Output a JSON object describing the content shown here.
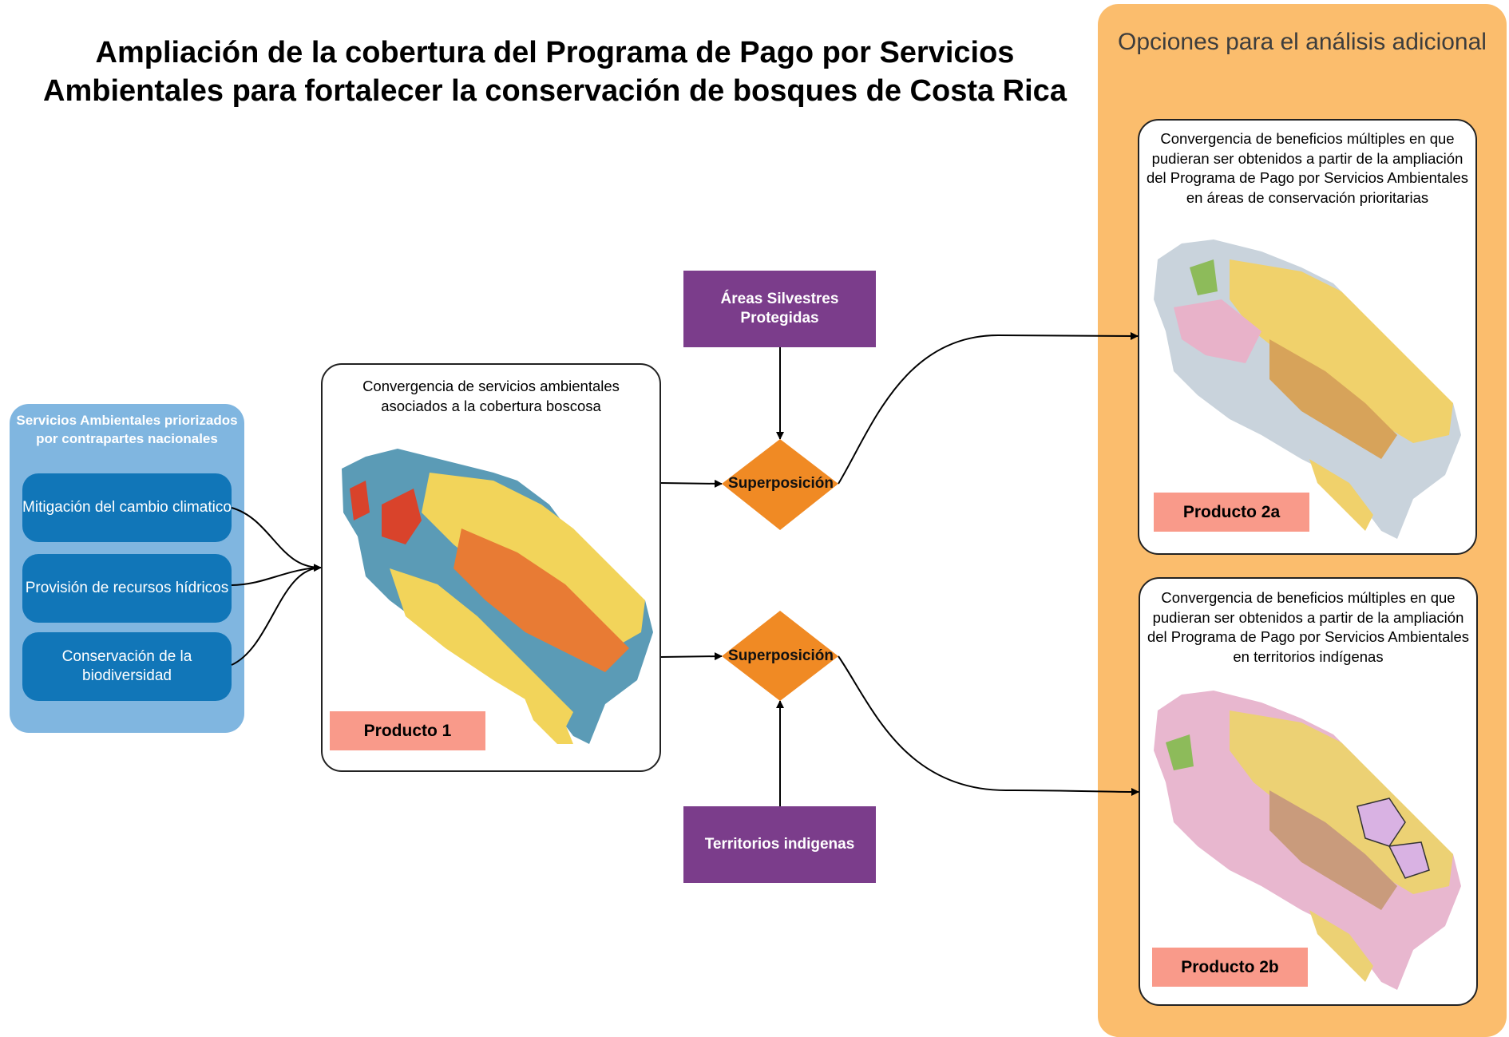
{
  "title": {
    "line1": "Ampliación de la cobertura del Programa de Pago por Servicios",
    "line2": "Ambientales para fortalecer la conservación de bosques de Costa Rica"
  },
  "left_panel": {
    "title": "Servicios Ambientales priorizados por contrapartes nacionales",
    "items": [
      {
        "label": "Mitigación del cambio climatico"
      },
      {
        "label": "Provisión de recursos hídricos"
      },
      {
        "label": "Conservación de la biodiversidad"
      }
    ]
  },
  "center_card": {
    "text": "Convergencia de servicios ambientales asociados a la cobertura boscosa",
    "product": "Producto 1"
  },
  "inputs": {
    "protected_areas": "Áreas Silvestres Protegidas",
    "indigenous": "Territorios indigenas"
  },
  "overlay_label": "Superposición",
  "right_panel": {
    "title": "Opciones para  el análisis adicional",
    "cards": [
      {
        "text": "Convergencia de beneficios múltiples en que pudieran ser obtenidos a partir de la ampliación del Programa de Pago por Servicios Ambientales en áreas de conservación prioritarias",
        "product": "Producto 2a"
      },
      {
        "text": "Convergencia de beneficios múltiples en que pudieran ser obtenidos a partir de la ampliación del Programa de Pago por Servicios Ambientales en territorios indígenas",
        "product": "Producto 2b"
      }
    ]
  },
  "colors": {
    "right_panel": "#fbbd6d",
    "left_panel": "#80b6e0",
    "service_box": "#1176b8",
    "input_box": "#7b3d8b",
    "diamond": "#f08a24",
    "product_tag": "#f99a8a"
  },
  "icons": {
    "map": "costa-rica-map"
  }
}
